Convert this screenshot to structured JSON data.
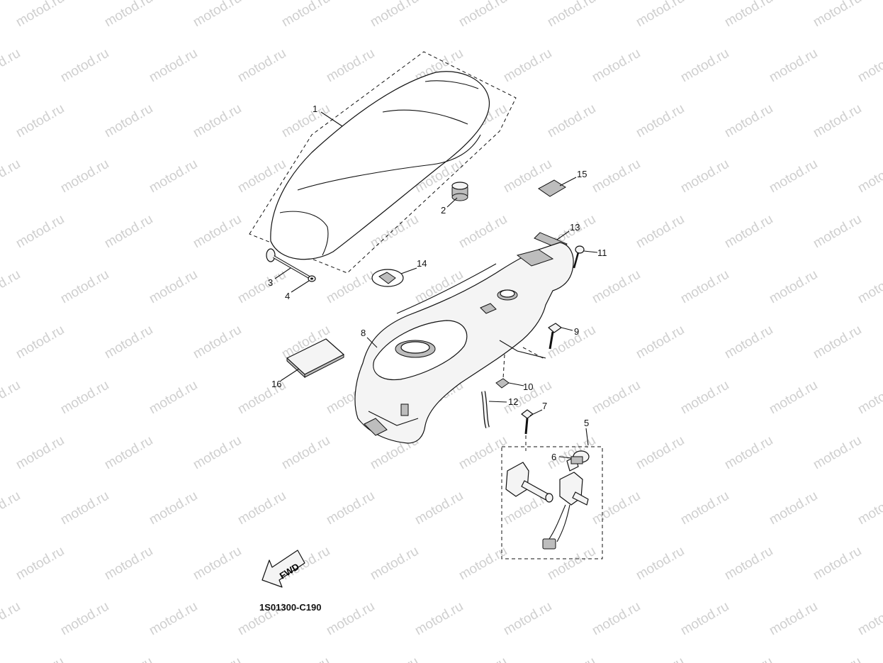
{
  "watermark": {
    "text": "motod.ru"
  },
  "diagram_code": "1S01300-C190",
  "fwd_label": "FWD",
  "callouts": [
    "1",
    "2",
    "3",
    "4",
    "5",
    "6",
    "7",
    "8",
    "9",
    "10",
    "11",
    "12",
    "13",
    "14",
    "15",
    "16"
  ]
}
